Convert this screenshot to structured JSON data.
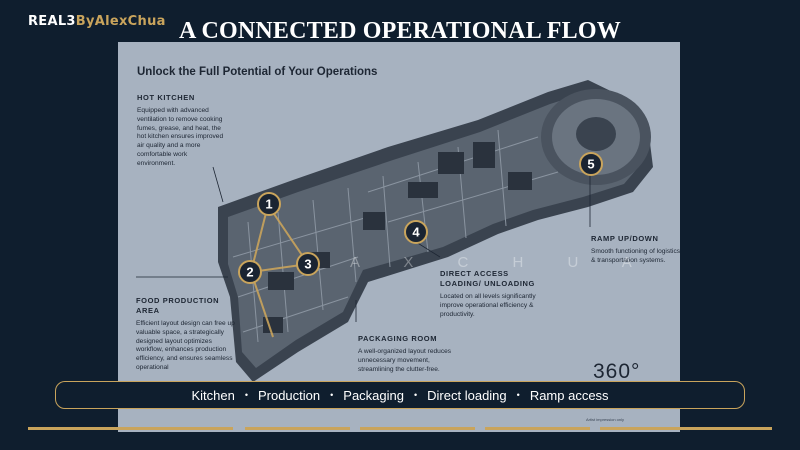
{
  "brand": {
    "prefix": "REAL3",
    "suffix": "ByAlexChua"
  },
  "title": "A CONNECTED OPERATIONAL FLOW",
  "poster": {
    "heading": "Unlock the Full Potential of Your Operations",
    "watermark": "A X C H U A",
    "degree_label": "360°",
    "disclaimer": "Artist impression only",
    "callouts": {
      "hot_kitchen": {
        "title": "HOT KITCHEN",
        "text": "Equipped with advanced ventilation to remove cooking fumes, grease, and heat, the hot kitchen ensures improved air quality and a more comfortable work environment."
      },
      "food_production": {
        "title": "FOOD PRODUCTION AREA",
        "text": "Efficient layout design can free up valuable space, a strategically designed layout optimizes workflow, enhances production efficiency, and ensures seamless operational"
      },
      "packaging": {
        "title": "PACKAGING ROOM",
        "text": "A well-organized layout reduces unnecessary movement, streamlining the clutter-free."
      },
      "direct_access": {
        "title": "DIRECT ACCESS LOADING/ UNLOADING",
        "text": "Located on all levels significantly improve operational efficiency & productivity."
      },
      "ramp": {
        "title": "RAMP UP/DOWN",
        "text": "Smooth functioning of logistics & transportation systems."
      }
    },
    "markers": [
      "1",
      "2",
      "3",
      "4",
      "5"
    ]
  },
  "caption": {
    "items": [
      "Kitchen",
      "Production",
      "Packaging",
      "Direct loading",
      "Ramp access"
    ],
    "separator": "•"
  },
  "colors": {
    "background": "#0f1e2e",
    "accent": "#c9a45c",
    "poster": "#a7b2c0"
  }
}
